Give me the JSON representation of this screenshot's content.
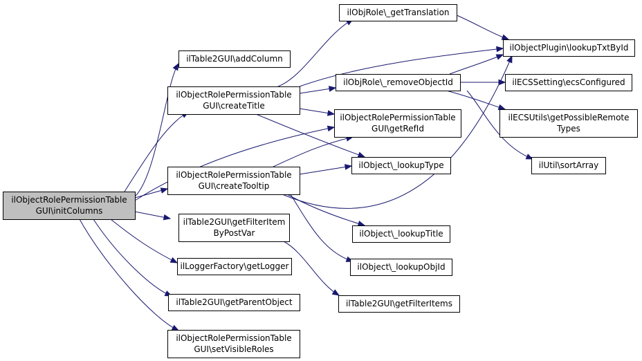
{
  "nodes": [
    {
      "id": "root",
      "lines": [
        "ilObjectRolePermissionTable",
        "GUI\\initColumns"
      ],
      "root": true
    },
    {
      "id": "addColumn",
      "lines": [
        "ilTable2GUI\\addColumn"
      ]
    },
    {
      "id": "createTitle",
      "lines": [
        "ilObjectRolePermissionTable",
        "GUI\\createTitle"
      ]
    },
    {
      "id": "createTooltip",
      "lines": [
        "ilObjectRolePermissionTable",
        "GUI\\createTooltip"
      ]
    },
    {
      "id": "getFilterItemByPostVar",
      "lines": [
        "ilTable2GUI\\getFilterItem",
        "ByPostVar"
      ]
    },
    {
      "id": "getLogger",
      "lines": [
        "ilLoggerFactory\\getLogger"
      ]
    },
    {
      "id": "getParentObject",
      "lines": [
        "ilTable2GUI\\getParentObject"
      ]
    },
    {
      "id": "setVisibleRoles",
      "lines": [
        "ilObjectRolePermissionTable",
        "GUI\\setVisibleRoles"
      ]
    },
    {
      "id": "getTranslation",
      "lines": [
        "ilObjRole\\_getTranslation"
      ]
    },
    {
      "id": "removeObjectId",
      "lines": [
        "ilObjRole\\_removeObjectId"
      ]
    },
    {
      "id": "getRefId",
      "lines": [
        "ilObjectRolePermissionTable",
        "GUI\\getRefId"
      ]
    },
    {
      "id": "lookupType",
      "lines": [
        "ilObject\\_lookupType"
      ]
    },
    {
      "id": "lookupTitle",
      "lines": [
        "ilObject\\_lookupTitle"
      ]
    },
    {
      "id": "lookupObjId",
      "lines": [
        "ilObject\\_lookupObjId"
      ]
    },
    {
      "id": "getFilterItems",
      "lines": [
        "ilTable2GUI\\getFilterItems"
      ]
    },
    {
      "id": "lookupTxtById",
      "lines": [
        "ilObjectPlugin\\lookupTxtById"
      ]
    },
    {
      "id": "ecsConfigured",
      "lines": [
        "ilECSSetting\\ecsConfigured"
      ]
    },
    {
      "id": "getPossibleRemoteTypes",
      "lines": [
        "ilECSUtils\\getPossibleRemote",
        "Types"
      ]
    },
    {
      "id": "sortArray",
      "lines": [
        "ilUtil\\sortArray"
      ]
    }
  ],
  "edges": [
    {
      "from": "root",
      "to": "addColumn"
    },
    {
      "from": "root",
      "to": "createTitle"
    },
    {
      "from": "root",
      "to": "getRefId"
    },
    {
      "from": "root",
      "to": "createTooltip"
    },
    {
      "from": "root",
      "to": "getFilterItemByPostVar"
    },
    {
      "from": "root",
      "to": "getLogger"
    },
    {
      "from": "root",
      "to": "getParentObject"
    },
    {
      "from": "root",
      "to": "setVisibleRoles"
    },
    {
      "from": "createTitle",
      "to": "getTranslation"
    },
    {
      "from": "createTitle",
      "to": "lookupTxtById"
    },
    {
      "from": "createTitle",
      "to": "removeObjectId"
    },
    {
      "from": "createTitle",
      "to": "getRefId"
    },
    {
      "from": "createTitle",
      "to": "lookupType"
    },
    {
      "from": "createTooltip",
      "to": "getRefId"
    },
    {
      "from": "createTooltip",
      "to": "lookupType"
    },
    {
      "from": "createTooltip",
      "to": "lookupTxtById"
    },
    {
      "from": "createTooltip",
      "to": "lookupTitle"
    },
    {
      "from": "createTooltip",
      "to": "lookupObjId"
    },
    {
      "from": "getFilterItemByPostVar",
      "to": "getFilterItems"
    },
    {
      "from": "getTranslation",
      "to": "lookupTxtById"
    },
    {
      "from": "removeObjectId",
      "to": "lookupTxtById"
    },
    {
      "from": "removeObjectId",
      "to": "ecsConfigured"
    },
    {
      "from": "removeObjectId",
      "to": "getPossibleRemoteTypes"
    },
    {
      "from": "removeObjectId",
      "to": "sortArray"
    }
  ]
}
